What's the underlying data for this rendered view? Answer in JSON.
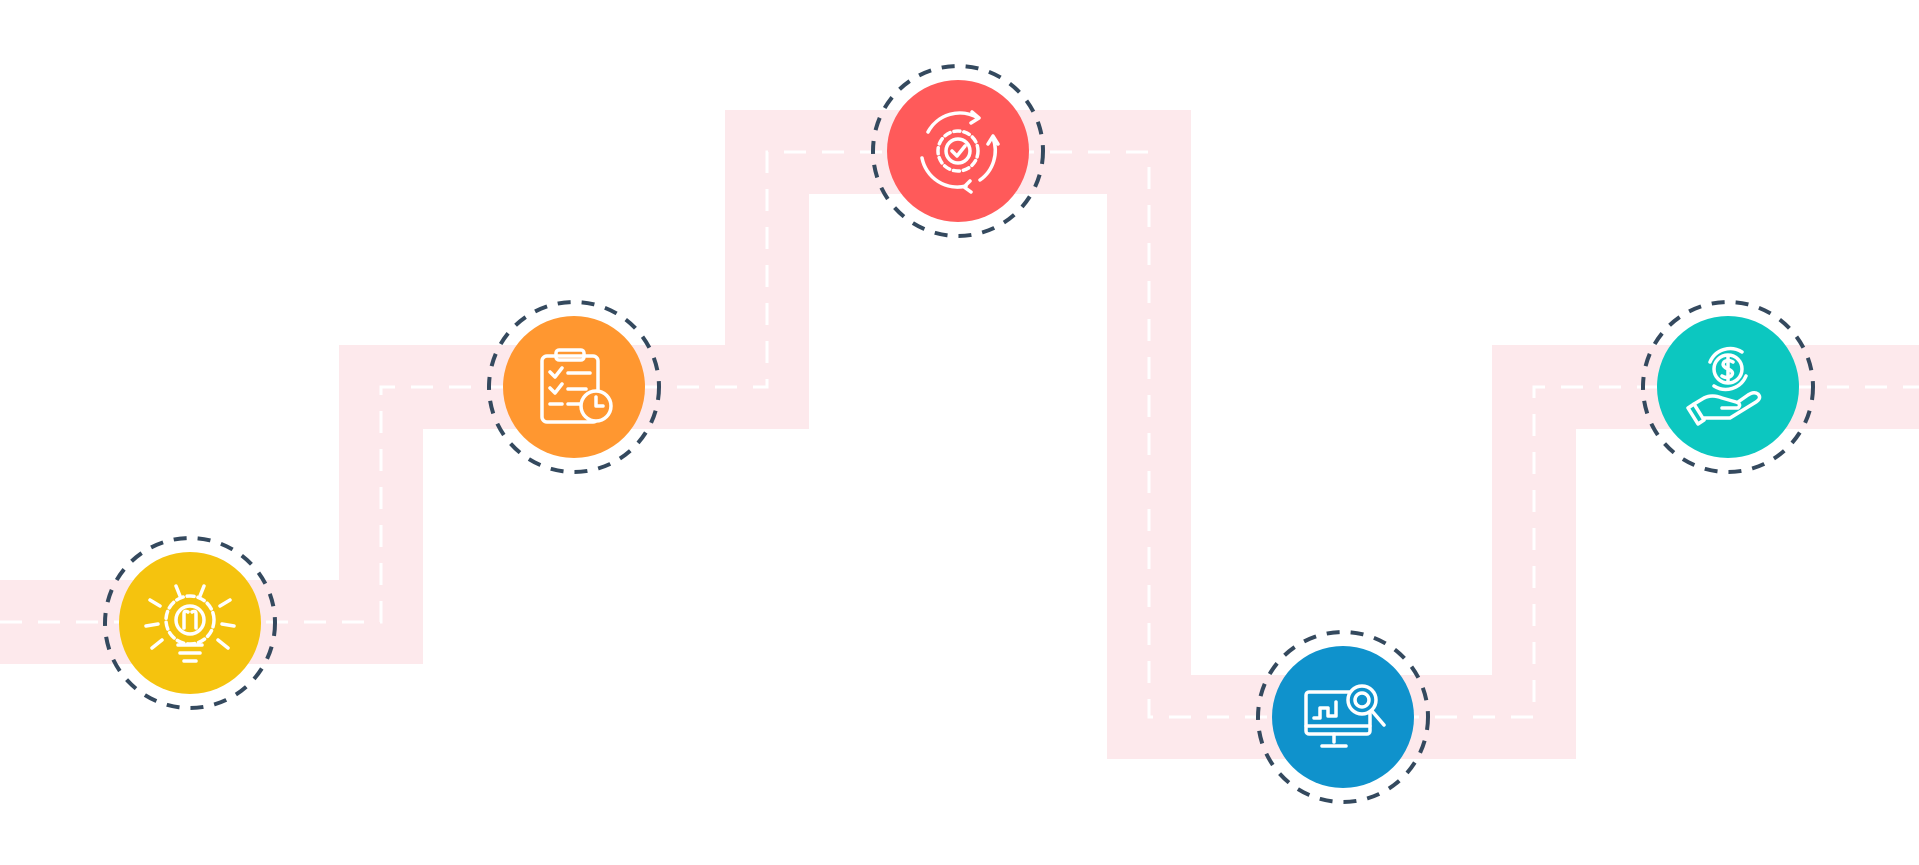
{
  "colors": {
    "background": "#ffffff",
    "road": "#fde9ec",
    "road_dashes": "#ffffff",
    "ring": "#34495e",
    "icon_stroke": "#ffffff"
  },
  "milestones": [
    {
      "id": "idea",
      "icon": "lightbulb-gear-icon",
      "color": "#f5c30e"
    },
    {
      "id": "planning",
      "icon": "clipboard-clock-icon",
      "color": "#ff9730"
    },
    {
      "id": "process",
      "icon": "gear-cycle-check-icon",
      "color": "#ff5a5a"
    },
    {
      "id": "analysis",
      "icon": "monitor-magnifier-icon",
      "color": "#0f92cc"
    },
    {
      "id": "revenue",
      "icon": "hand-dollar-coin-icon",
      "color": "#0cc7c0"
    }
  ]
}
